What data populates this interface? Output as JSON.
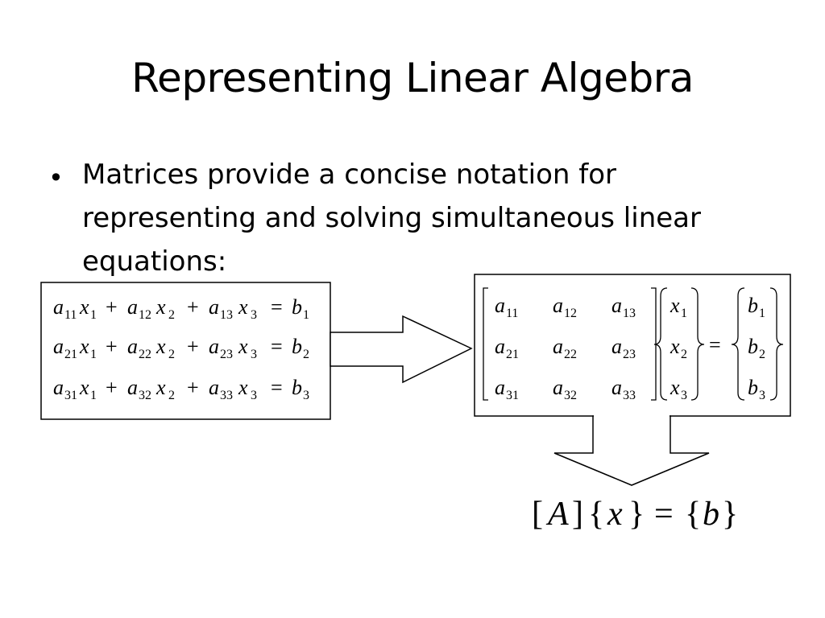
{
  "slide": {
    "title": "Representing Linear Algebra",
    "bullet": {
      "symbol": "•",
      "lines": [
        "Matrices provide a concise notation for",
        "representing and solving simultaneous linear",
        "equations:"
      ]
    }
  },
  "equations": {
    "rows": [
      {
        "a1": "a",
        "a1_sub": "11",
        "x1": "x",
        "x1_sub": "1",
        "a2": "a",
        "a2_sub": "12",
        "x2": "x",
        "x2_sub": "2",
        "a3": "a",
        "a3_sub": "13",
        "x3": "x",
        "x3_sub": "3",
        "b": "b",
        "b_sub": "1"
      },
      {
        "a1": "a",
        "a1_sub": "21",
        "x1": "x",
        "x1_sub": "1",
        "a2": "a",
        "a2_sub": "22",
        "x2": "x",
        "x2_sub": "2",
        "a3": "a",
        "a3_sub": "23",
        "x3": "x",
        "x3_sub": "3",
        "b": "b",
        "b_sub": "2"
      },
      {
        "a1": "a",
        "a1_sub": "31",
        "x1": "x",
        "x1_sub": "1",
        "a2": "a",
        "a2_sub": "32",
        "x2": "x",
        "x2_sub": "2",
        "a3": "a",
        "a3_sub": "33",
        "x3": "x",
        "x3_sub": "3",
        "b": "b",
        "b_sub": "3"
      }
    ],
    "plus": "+",
    "equals": "="
  },
  "matrix_form": {
    "A": [
      [
        {
          "v": "a",
          "s": "11"
        },
        {
          "v": "a",
          "s": "12"
        },
        {
          "v": "a",
          "s": "13"
        }
      ],
      [
        {
          "v": "a",
          "s": "21"
        },
        {
          "v": "a",
          "s": "22"
        },
        {
          "v": "a",
          "s": "23"
        }
      ],
      [
        {
          "v": "a",
          "s": "31"
        },
        {
          "v": "a",
          "s": "32"
        },
        {
          "v": "a",
          "s": "33"
        }
      ]
    ],
    "x": [
      {
        "v": "x",
        "s": "1"
      },
      {
        "v": "x",
        "s": "2"
      },
      {
        "v": "x",
        "s": "3"
      }
    ],
    "b": [
      {
        "v": "b",
        "s": "1"
      },
      {
        "v": "b",
        "s": "2"
      },
      {
        "v": "b",
        "s": "3"
      }
    ],
    "equals": "="
  },
  "compact_form": {
    "open_bracket": "[",
    "A": "A",
    "close_bracket": "]",
    "open_brace_1": "{",
    "x": "x",
    "close_brace_1": "}",
    "equals": "=",
    "open_brace_2": "{",
    "b": "b",
    "close_brace_2": "}"
  }
}
